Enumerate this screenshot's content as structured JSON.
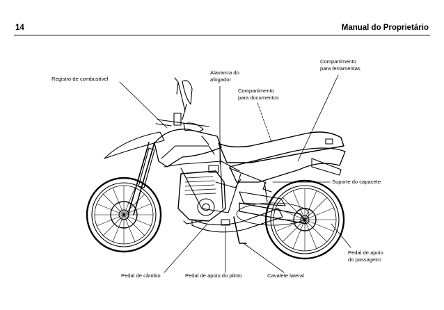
{
  "header": {
    "page_number": "14",
    "title": "Manual do Proprietário"
  },
  "labels": {
    "fuel_valve": "Registro de combustível",
    "choke_lever": [
      "Alavanca do",
      "afogador"
    ],
    "document_compartment": [
      "Compartimento",
      "para documentos"
    ],
    "tool_compartment": [
      "Compartimento",
      "para ferramentas"
    ],
    "helmet_holder": "Suporte do capacete",
    "passenger_footpeg": [
      "Pedal de apoio",
      "do passageiro"
    ],
    "gear_pedal": "Pedal de câmbio",
    "rider_footpeg": "Pedal de apoio do piloto",
    "side_stand": "Cavalete lateral"
  }
}
